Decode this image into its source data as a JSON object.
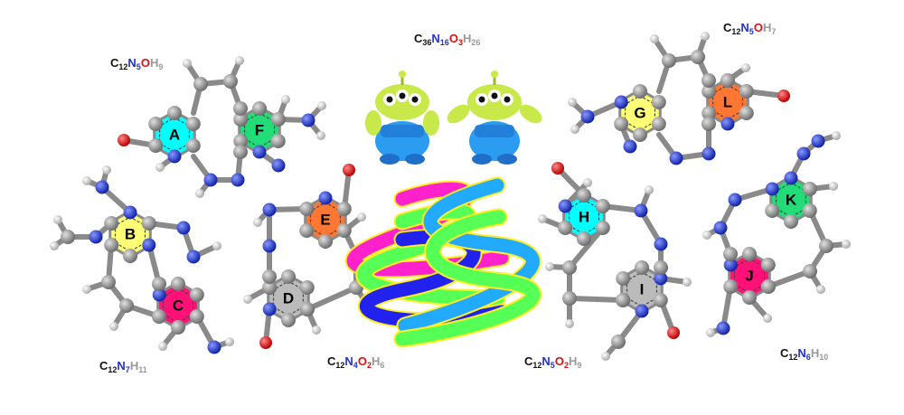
{
  "formulas": {
    "top_left": {
      "parts": [
        [
          "C",
          "#111"
        ],
        [
          "12",
          "#111",
          "s"
        ],
        [
          "N",
          "#2233cc"
        ],
        [
          "5",
          "#2233cc",
          "s"
        ],
        [
          "O",
          "#dd1111"
        ],
        [
          "H",
          "#999999"
        ],
        [
          "9",
          "#999999",
          "s"
        ]
      ]
    },
    "top_center": {
      "parts": [
        [
          "C",
          "#111"
        ],
        [
          "36",
          "#111",
          "s"
        ],
        [
          "N",
          "#2233cc"
        ],
        [
          "16",
          "#2233cc",
          "s"
        ],
        [
          "O",
          "#dd1111"
        ],
        [
          "3",
          "#dd1111",
          "s"
        ],
        [
          "H",
          "#999999"
        ],
        [
          "26",
          "#999999",
          "s"
        ]
      ]
    },
    "top_right": {
      "parts": [
        [
          "C",
          "#111"
        ],
        [
          "12",
          "#111",
          "s"
        ],
        [
          "N",
          "#2233cc"
        ],
        [
          "5",
          "#2233cc",
          "s"
        ],
        [
          "O",
          "#dd1111"
        ],
        [
          "H",
          "#999999"
        ],
        [
          "7",
          "#999999",
          "s"
        ]
      ]
    },
    "bottom_left": {
      "parts": [
        [
          "C",
          "#111"
        ],
        [
          "12",
          "#111",
          "s"
        ],
        [
          "N",
          "#2233cc"
        ],
        [
          "7",
          "#2233cc",
          "s"
        ],
        [
          "H",
          "#999999"
        ],
        [
          "11",
          "#999999",
          "s"
        ]
      ]
    },
    "bottom_center_left": {
      "parts": [
        [
          "C",
          "#111"
        ],
        [
          "12",
          "#111",
          "s"
        ],
        [
          "N",
          "#2233cc"
        ],
        [
          "4",
          "#2233cc",
          "s"
        ],
        [
          "O",
          "#dd1111"
        ],
        [
          "2",
          "#dd1111",
          "s"
        ],
        [
          "H",
          "#999999"
        ],
        [
          "6",
          "#999999",
          "s"
        ]
      ]
    },
    "bottom_center_right": {
      "parts": [
        [
          "C",
          "#111"
        ],
        [
          "12",
          "#111",
          "s"
        ],
        [
          "N",
          "#2233cc"
        ],
        [
          "5",
          "#2233cc",
          "s"
        ],
        [
          "O",
          "#dd1111"
        ],
        [
          "2",
          "#dd1111",
          "s"
        ],
        [
          "H",
          "#999999"
        ],
        [
          "9",
          "#999999",
          "s"
        ]
      ]
    },
    "bottom_right": {
      "parts": [
        [
          "C",
          "#111"
        ],
        [
          "12",
          "#111",
          "s"
        ],
        [
          "N",
          "#2233cc"
        ],
        [
          "6",
          "#2233cc",
          "s"
        ],
        [
          "H",
          "#999999"
        ],
        [
          "10",
          "#999999",
          "s"
        ]
      ]
    }
  },
  "rings": {
    "A": {
      "label": "A",
      "color": "#00ffff"
    },
    "F": {
      "label": "F",
      "color": "#22dd77"
    },
    "B": {
      "label": "B",
      "color": "#ffff77"
    },
    "C": {
      "label": "C",
      "color": "#ff1177"
    },
    "E": {
      "label": "E",
      "color": "#ff7733"
    },
    "D": {
      "label": "D",
      "color": "#bbbbbb"
    },
    "G": {
      "label": "G",
      "color": "#ffff77"
    },
    "L": {
      "label": "L",
      "color": "#ff7733"
    },
    "H": {
      "label": "H",
      "color": "#00ffff"
    },
    "I": {
      "label": "I",
      "color": "#bbbbbb"
    },
    "K": {
      "label": "K",
      "color": "#22dd77"
    },
    "J": {
      "label": "J",
      "color": "#ff1177"
    }
  },
  "atom_colors": {
    "carbon": "#8c8c8c",
    "nitrogen": "#2233cc",
    "oxygen": "#dd1111",
    "hydrogen": "#dddddd"
  },
  "helix_colors": [
    "#ff22cc",
    "#55ff55",
    "#2222ee",
    "#22aaff",
    "#ffee22"
  ],
  "alien_colors": {
    "body": "#33aaff",
    "head": "#ccee44"
  }
}
